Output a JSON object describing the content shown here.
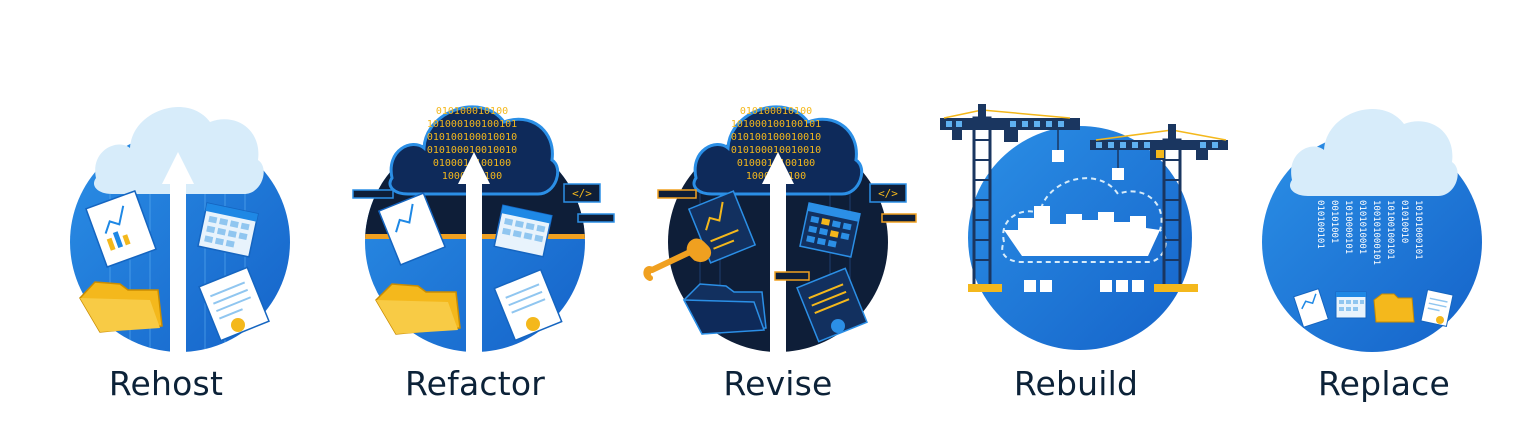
{
  "stages": [
    {
      "id": "rehost",
      "label": "Rehost"
    },
    {
      "id": "refactor",
      "label": "Refactor",
      "code_tag": "</>"
    },
    {
      "id": "revise",
      "label": "Revise",
      "code_tag": "</>"
    },
    {
      "id": "rebuild",
      "label": "Rebuild"
    },
    {
      "id": "replace",
      "label": "Replace"
    }
  ],
  "binary_rows": [
    "010100010100",
    "101000100100101",
    "010100100010010",
    "010100010010010",
    "0100010100100",
    "1000100100"
  ],
  "binary_columns": [
    "010100101",
    "00101001",
    "1010000101",
    "0101010001",
    "100101000101",
    "10100100101",
    "01010010",
    "10101000101"
  ],
  "colors": {
    "blue": "#1e88e5",
    "deep_blue": "#1565c0",
    "navy": "#0e1e38",
    "cloud": "#d7ecfa",
    "yellow": "#f4b81c",
    "orange": "#f0a020",
    "text": "#0c2238"
  },
  "icons": [
    "cloud-icon",
    "upload-arrow-icon",
    "chart-document-icon",
    "calendar-icon",
    "folder-icon",
    "certificate-icon",
    "wrench-icon",
    "crane-icon",
    "code-tag-icon"
  ]
}
